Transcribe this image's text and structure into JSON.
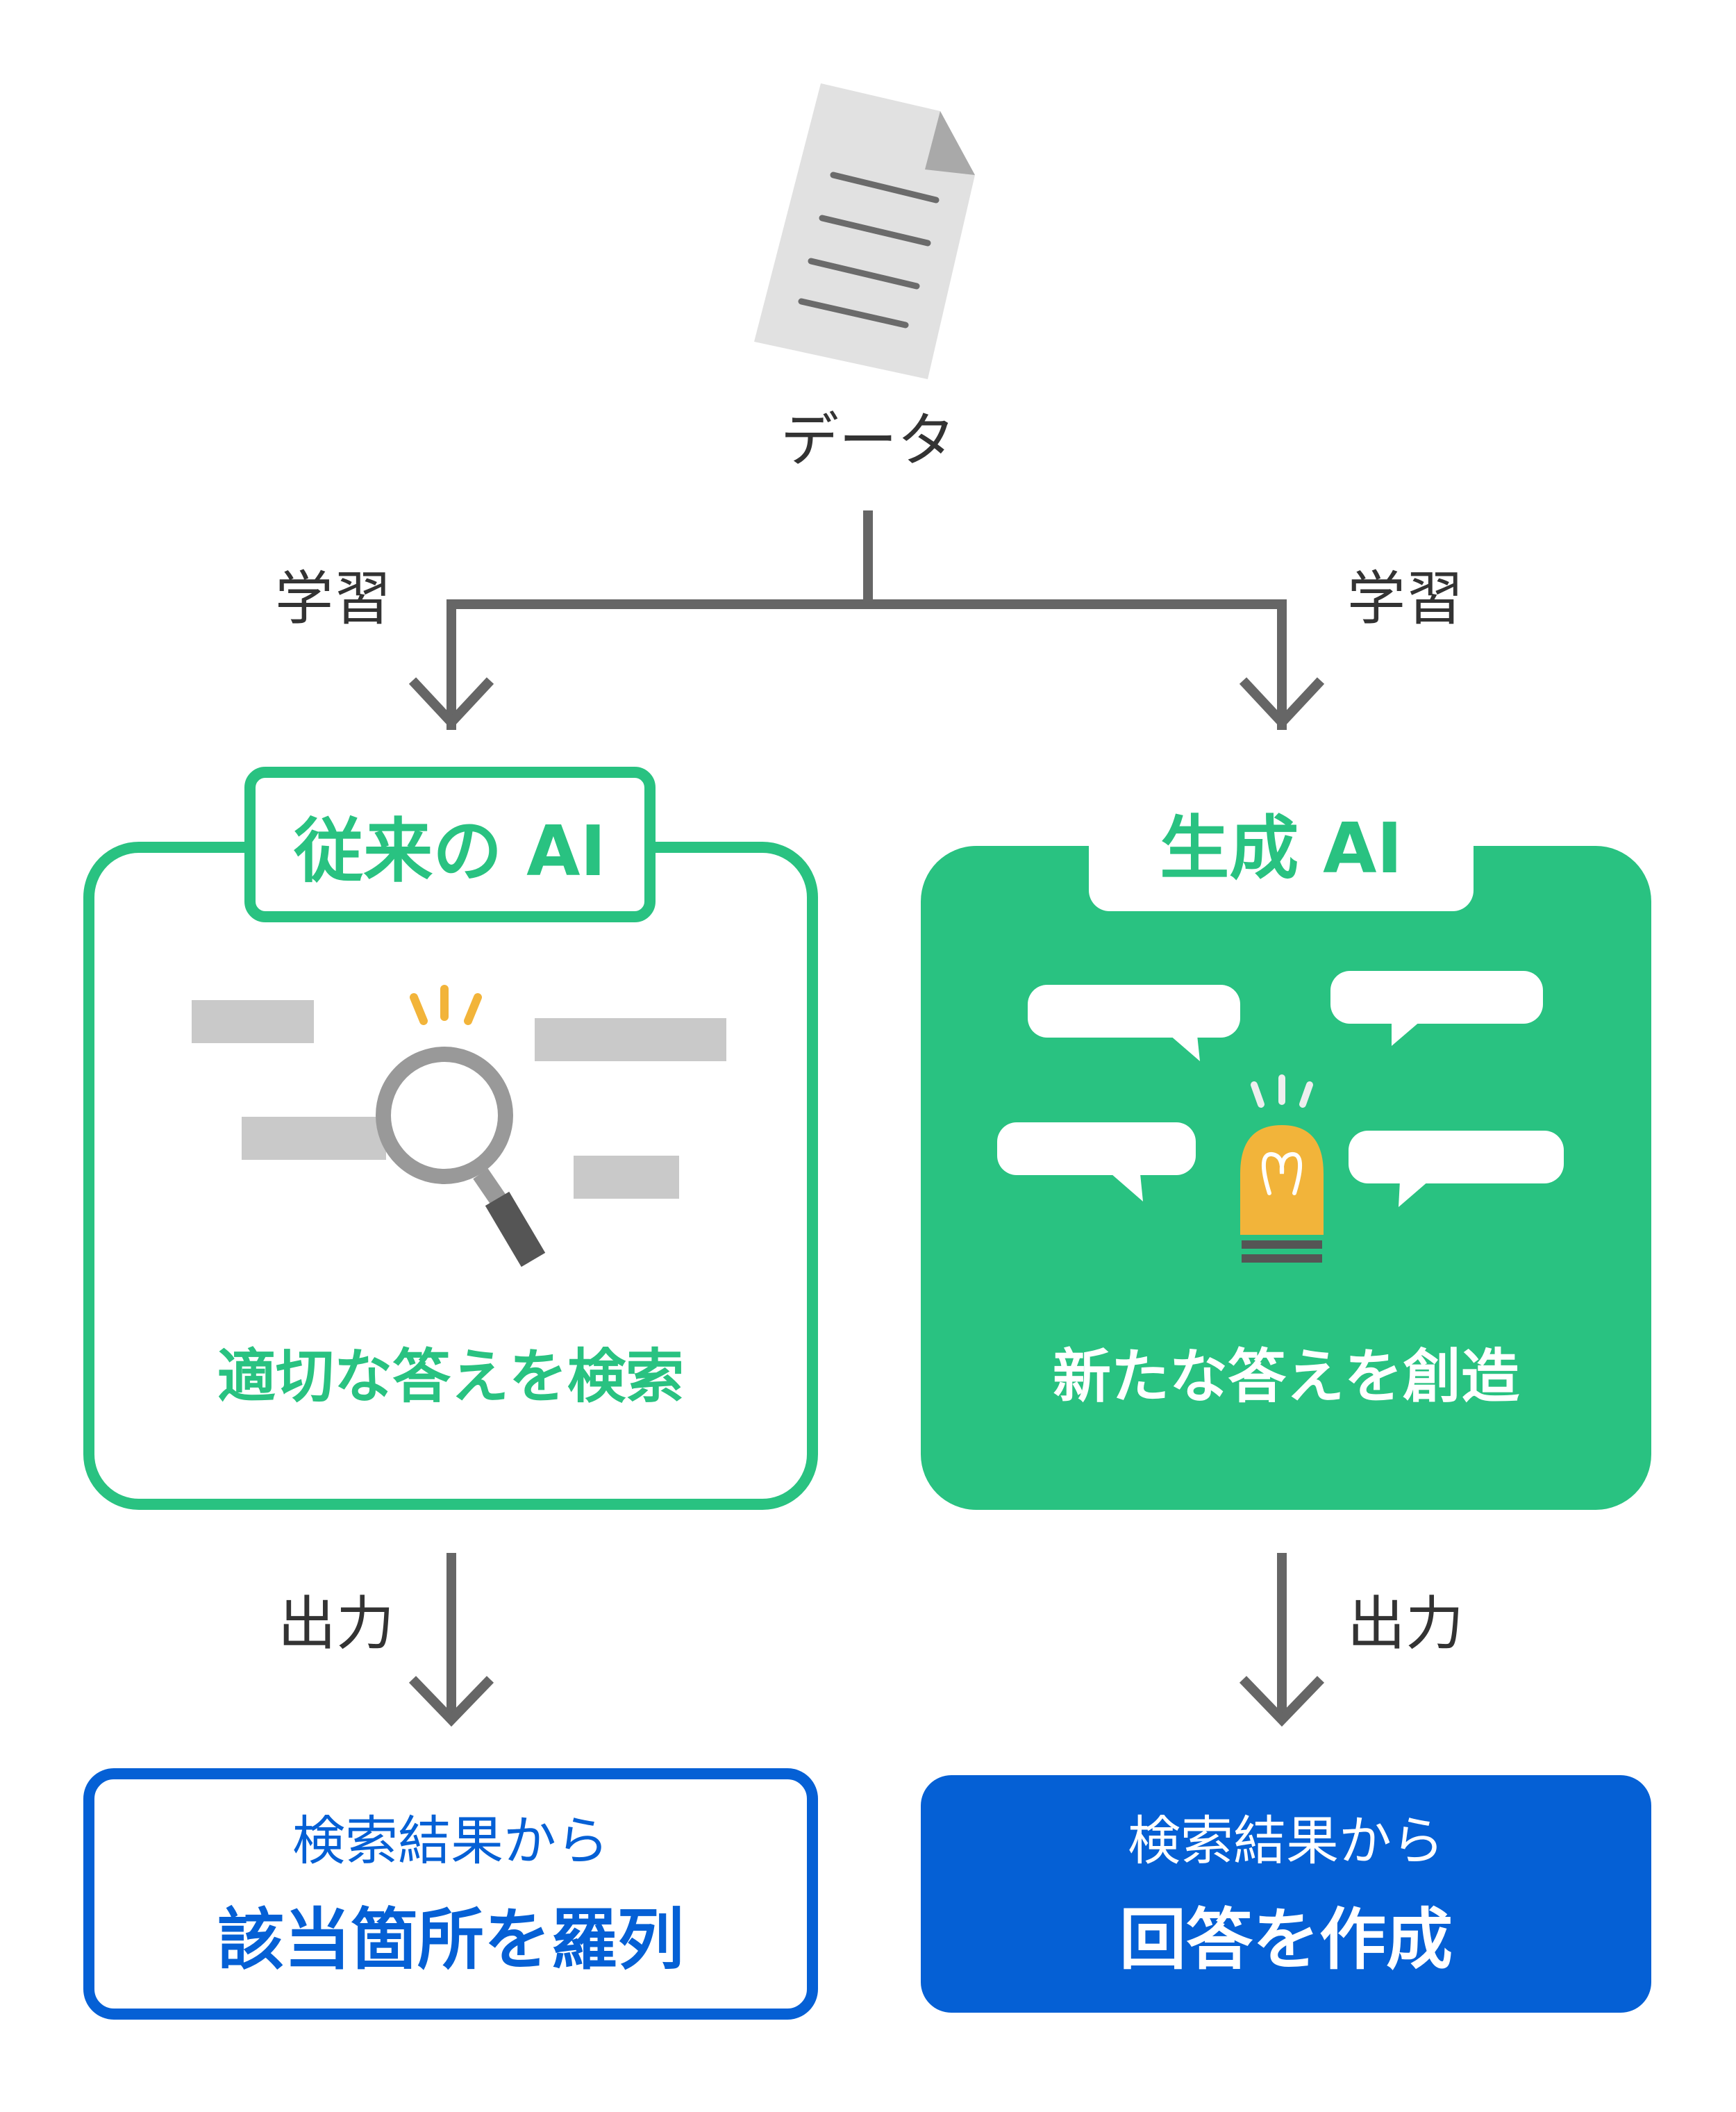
{
  "source": {
    "label": "データ"
  },
  "edges": {
    "learn_left": "学習",
    "learn_right": "学習",
    "output_left": "出力",
    "output_right": "出力"
  },
  "traditional_ai": {
    "title": "従来の AI",
    "caption": "適切な答えを検索",
    "result": {
      "line1": "検索結果から",
      "line2": "該当箇所を羅列"
    }
  },
  "generative_ai": {
    "title": "生成 AI",
    "caption": "新たな答えを創造",
    "result": {
      "line1": "検索結果から",
      "line2": "回答を作成"
    }
  },
  "colors": {
    "green": "#29c281",
    "blue": "#0560d5",
    "arrow_gray": "#666666",
    "placeholder_gray": "#c9c9c9",
    "accent_yellow": "#f2b43a"
  },
  "icons": {
    "source": "document-icon",
    "traditional": "magnifier-icon",
    "generative": "lightbulb-icon",
    "generative_ideas": "speech-bubble-icon"
  }
}
